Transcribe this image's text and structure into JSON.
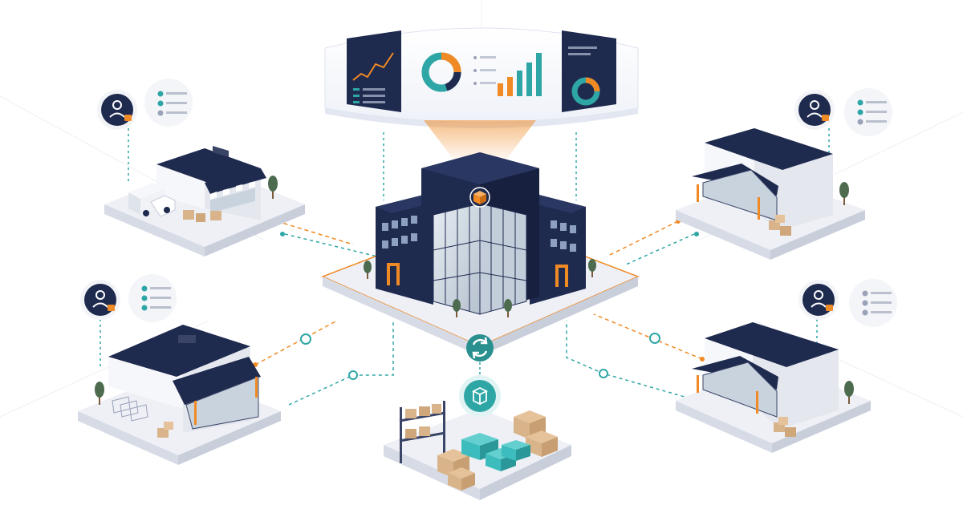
{
  "scene": {
    "description_kind": "isometric retail network illustration"
  },
  "palette": {
    "navy": "#1f2a4f",
    "navy_dark": "#17203f",
    "orange": "#f08a24",
    "teal": "#2fa6a6",
    "teal_light": "#3cbcbc",
    "platform": "#eef0f6",
    "platform_edge": "#d7dbe6",
    "wall": "#f6f7fa",
    "box": "#d9b48a",
    "glass": "#c9d3de",
    "line": "#e7e9ef"
  },
  "icons": {
    "hub": "box-icon",
    "sync": "sync-icon",
    "inventory": "package-icon",
    "user": "user-lock-icon",
    "checklist": "checklist-icon"
  },
  "dashboard": {
    "charts": [
      "line-chart",
      "donut-chart",
      "bar-chart",
      "donut-chart"
    ]
  }
}
